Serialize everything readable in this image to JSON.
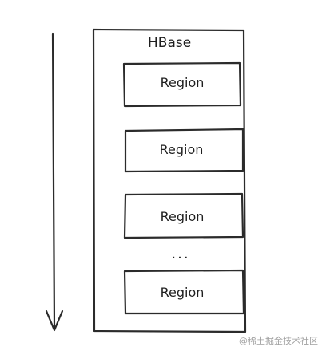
{
  "diagram": {
    "container_title": "HBase",
    "regions": [
      {
        "label": "Region"
      },
      {
        "label": "Region"
      },
      {
        "label": "Region"
      },
      {
        "label": "Region"
      }
    ],
    "ellipsis": "...",
    "watermark": "@稀土掘金技术社区"
  },
  "colors": {
    "stroke": "#2b2b2b",
    "text": "#1f1f1f",
    "watermark": "#a0a0a0",
    "background": "#ffffff"
  }
}
